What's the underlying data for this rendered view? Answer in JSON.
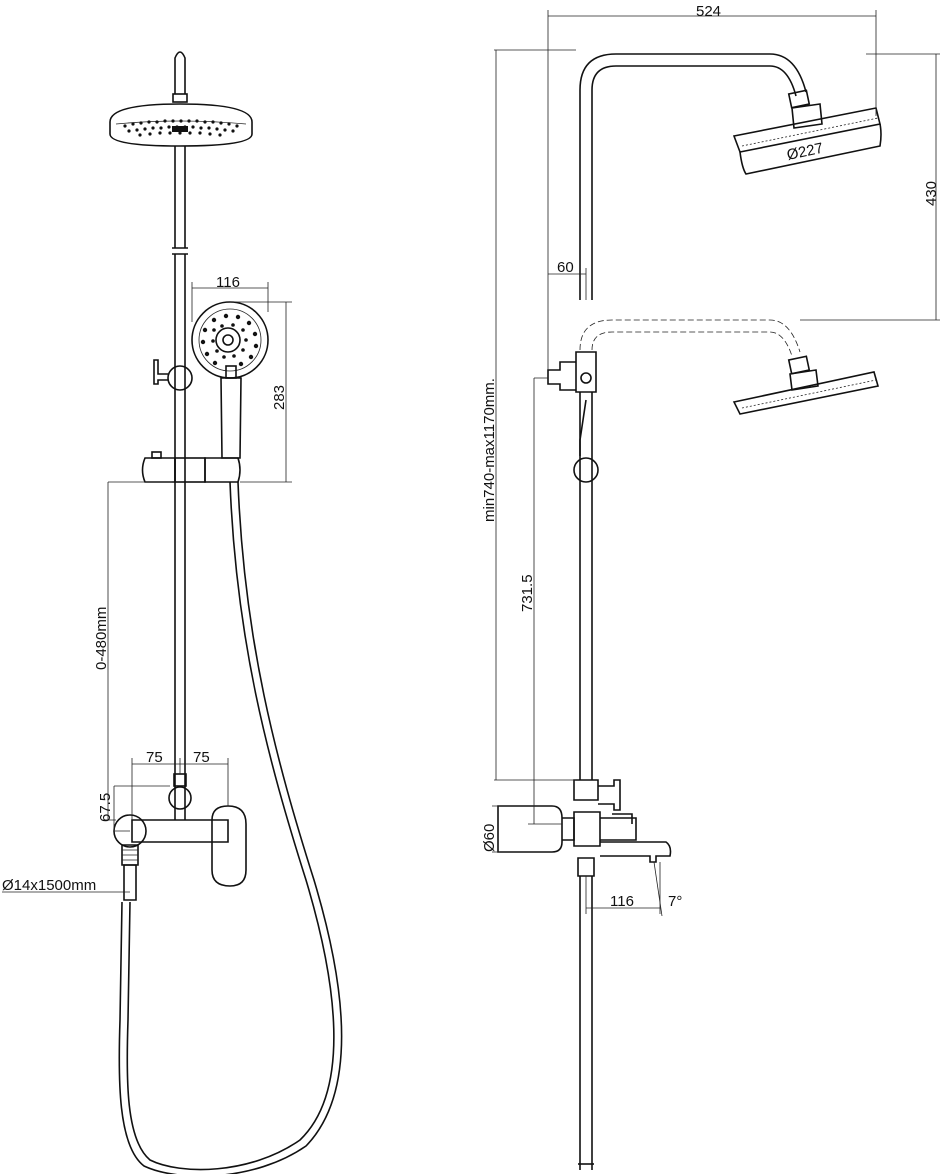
{
  "labels": {
    "handshower_width": "116",
    "handshower_height": "283",
    "slider_travel": "0-480mm",
    "mixer_left": "75",
    "mixer_right": "75",
    "mixer_offset": "67.5",
    "hose": "Ø14x1500mm",
    "overhead_reach": "524",
    "overhead_diameter": "Ø227",
    "arm_height": "430",
    "wall_offset": "60",
    "adjustable_height": "min740-max1170mm.",
    "bar_height": "731.5",
    "body_diameter": "Ø60",
    "spout_reach": "116",
    "spout_angle": "7°"
  }
}
